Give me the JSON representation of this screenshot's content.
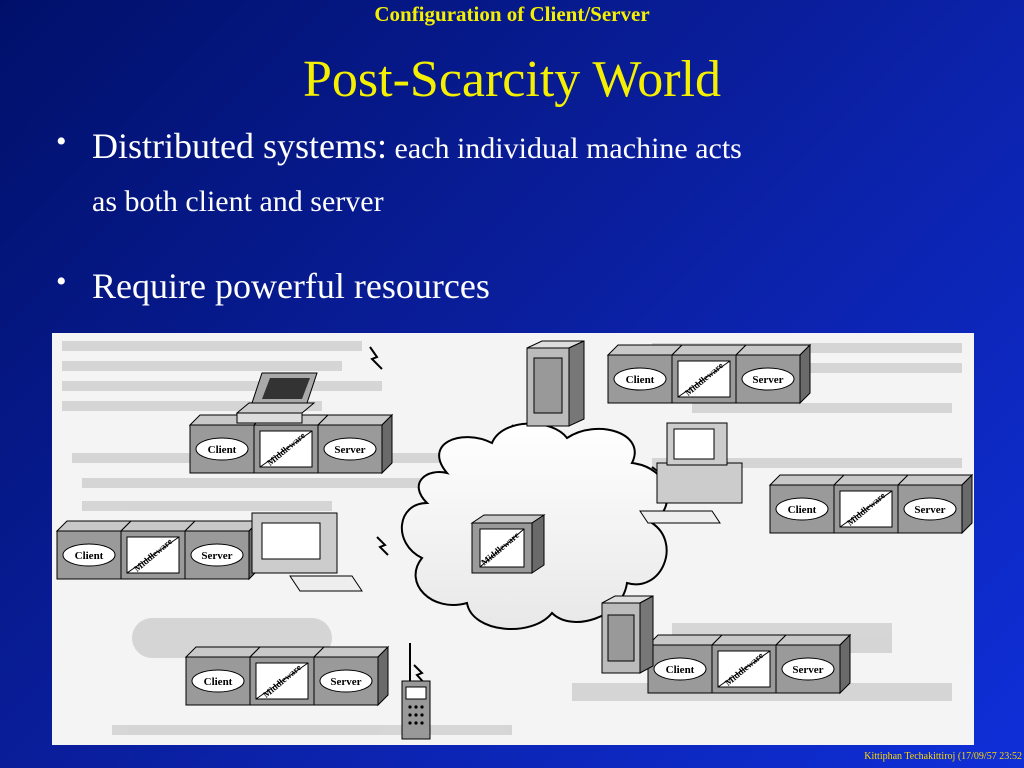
{
  "slide": {
    "header": "Configuration of Client/Server",
    "title": "Post-Scarcity World",
    "bullets": [
      {
        "lead": "Distributed systems:",
        "text": " each individual machine acts",
        "cont": "as both client and server"
      },
      {
        "lead": "Require powerful resources"
      }
    ],
    "footer": "Kittiphan Techakittiroj (17/09/57 23:52"
  },
  "figure": {
    "labels": {
      "client": "Client",
      "server": "Server",
      "middleware": "Middleware"
    },
    "nodes": [
      "laptop",
      "tower-server-top",
      "desktop-right",
      "desktop-left",
      "central-middleware",
      "tower-server-bottom",
      "mobile-phone"
    ]
  },
  "colors": {
    "header": "#f5f000",
    "title": "#f5f000",
    "bullet_text": "#ffffff",
    "footer": "#ffd700",
    "background": "#0a1e9c"
  }
}
